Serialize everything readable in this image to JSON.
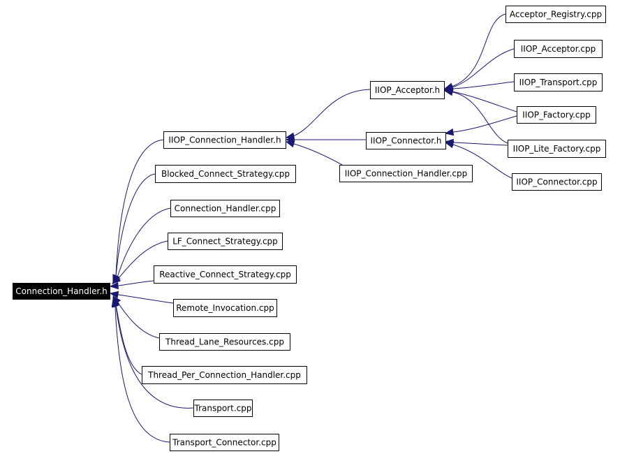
{
  "graph": {
    "root": "Connection_Handler.h",
    "nodes": {
      "ch_h": "Connection_Handler.h",
      "iiop_conn_handler_h": "IIOP_Connection_Handler.h",
      "blocked": "Blocked_Connect_Strategy.cpp",
      "conn_handler_cpp": "Connection_Handler.cpp",
      "lf": "LF_Connect_Strategy.cpp",
      "reactive": "Reactive_Connect_Strategy.cpp",
      "remote": "Remote_Invocation.cpp",
      "thread_lane": "Thread_Lane_Resources.cpp",
      "thread_per": "Thread_Per_Connection_Handler.cpp",
      "transport": "Transport.cpp",
      "transport_connector": "Transport_Connector.cpp",
      "iiop_acceptor_h": "IIOP_Acceptor.h",
      "iiop_connector_h": "IIOP_Connector.h",
      "iiop_conn_handler_cpp": "IIOP_Connection_Handler.cpp",
      "acceptor_registry": "Acceptor_Registry.cpp",
      "iiop_acceptor_cpp": "IIOP_Acceptor.cpp",
      "iiop_transport": "IIOP_Transport.cpp",
      "iiop_factory": "IIOP_Factory.cpp",
      "iiop_lite_factory": "IIOP_Lite_Factory.cpp",
      "iiop_connector_cpp": "IIOP_Connector.cpp"
    },
    "edges": [
      [
        "iiop_conn_handler_h",
        "ch_h"
      ],
      [
        "blocked",
        "ch_h"
      ],
      [
        "conn_handler_cpp",
        "ch_h"
      ],
      [
        "lf",
        "ch_h"
      ],
      [
        "reactive",
        "ch_h"
      ],
      [
        "remote",
        "ch_h"
      ],
      [
        "thread_lane",
        "ch_h"
      ],
      [
        "thread_per",
        "ch_h"
      ],
      [
        "transport",
        "ch_h"
      ],
      [
        "transport_connector",
        "ch_h"
      ],
      [
        "iiop_acceptor_h",
        "iiop_conn_handler_h"
      ],
      [
        "iiop_connector_h",
        "iiop_conn_handler_h"
      ],
      [
        "iiop_conn_handler_cpp",
        "iiop_conn_handler_h"
      ],
      [
        "acceptor_registry",
        "iiop_acceptor_h"
      ],
      [
        "iiop_acceptor_cpp",
        "iiop_acceptor_h"
      ],
      [
        "iiop_transport",
        "iiop_acceptor_h"
      ],
      [
        "iiop_factory",
        "iiop_acceptor_h"
      ],
      [
        "iiop_lite_factory",
        "iiop_acceptor_h"
      ],
      [
        "iiop_factory",
        "iiop_connector_h"
      ],
      [
        "iiop_lite_factory",
        "iiop_connector_h"
      ],
      [
        "iiop_connector_cpp",
        "iiop_connector_h"
      ]
    ],
    "colors": {
      "edge": "#191970",
      "root_fill": "#000000",
      "root_text": "#ffffff",
      "node_fill": "#ffffff",
      "node_text": "#000000",
      "node_border": "#000000"
    }
  }
}
